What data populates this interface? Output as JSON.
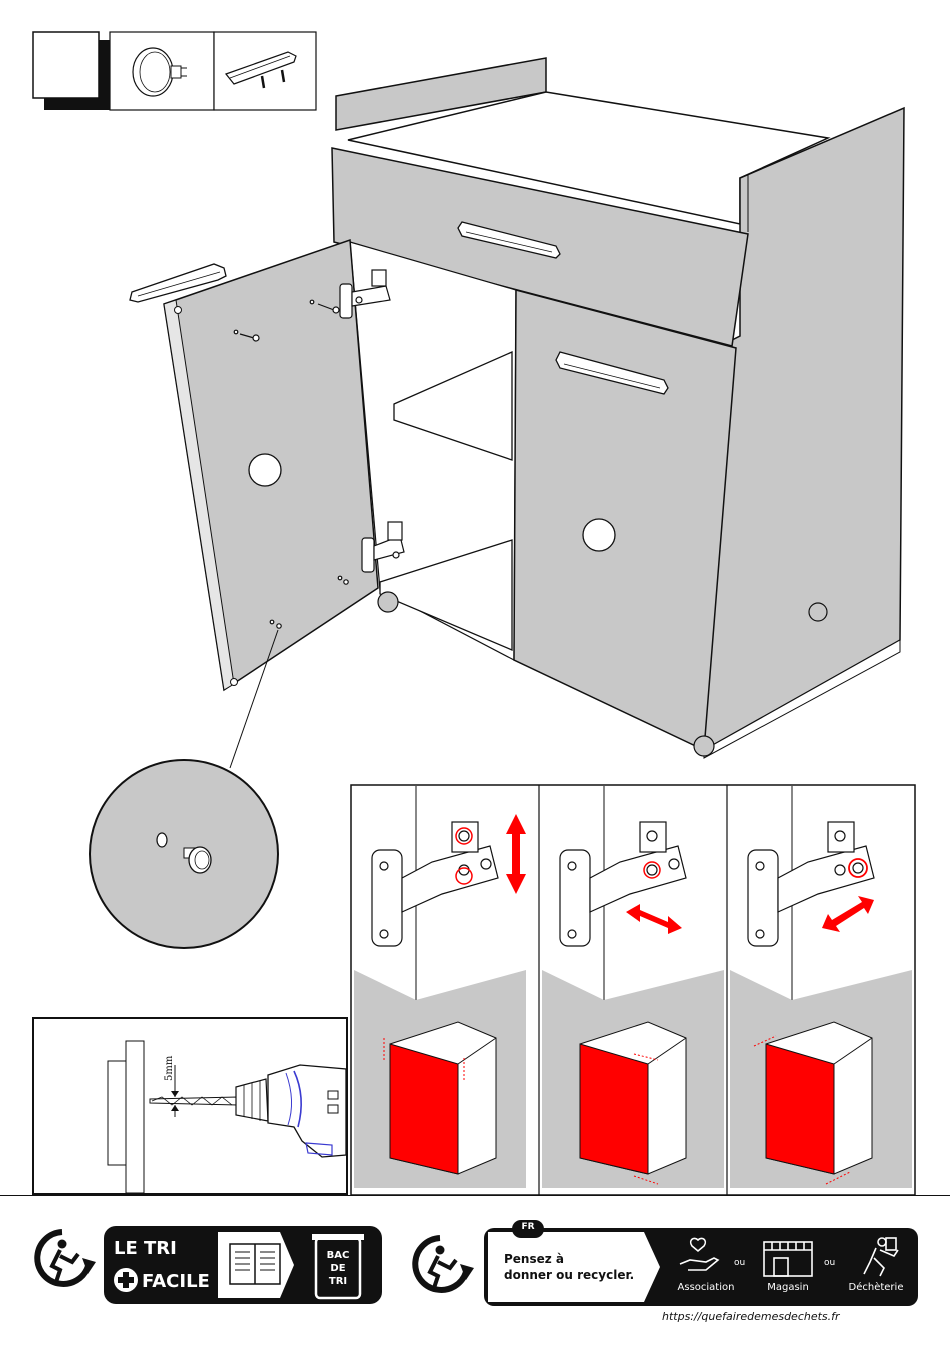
{
  "drill_panel": {
    "dimension_label": "5mm"
  },
  "tri_facile": {
    "line1": "LE TRI",
    "line2": "FACILE",
    "bin_line1": "BAC",
    "bin_line2": "DE",
    "bin_line3": "TRI"
  },
  "recycle_info": {
    "country_badge": "FR",
    "message_line1": "Pensez à",
    "message_line2": "donner ou recycler.",
    "or_word": "ou",
    "options": [
      "Association",
      "Magasin",
      "Déchèterie"
    ],
    "url": "https://quefairedemesdechets.fr"
  },
  "colors": {
    "panel_gray": "#c8c8c8",
    "accent_red": "#ff0000",
    "outline": "#111111"
  }
}
